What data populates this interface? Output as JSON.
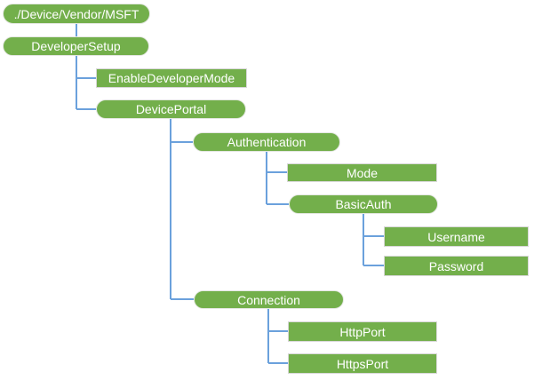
{
  "diagram": {
    "type": "tree",
    "colors": {
      "node_fill": "#73af4b",
      "node_text": "#ffffff",
      "connector": "#6ba1dc",
      "rect_border": "#d8d8d8",
      "pill_border": "#e4e7e2",
      "background": "#ffffff"
    },
    "nodes": [
      {
        "label": "./Device/Vendor/MSFT",
        "shape": "pill",
        "parent": null
      },
      {
        "label": "DeveloperSetup",
        "shape": "pill",
        "parent": "./Device/Vendor/MSFT"
      },
      {
        "label": "EnableDeveloperMode",
        "shape": "rect",
        "parent": "DeveloperSetup"
      },
      {
        "label": "DevicePortal",
        "shape": "pill",
        "parent": "DeveloperSetup"
      },
      {
        "label": "Authentication",
        "shape": "pill",
        "parent": "DevicePortal"
      },
      {
        "label": "Mode",
        "shape": "rect",
        "parent": "Authentication"
      },
      {
        "label": "BasicAuth",
        "shape": "pill",
        "parent": "Authentication"
      },
      {
        "label": "Username",
        "shape": "rect",
        "parent": "BasicAuth"
      },
      {
        "label": "Password",
        "shape": "rect",
        "parent": "BasicAuth"
      },
      {
        "label": "Connection",
        "shape": "pill",
        "parent": "DevicePortal"
      },
      {
        "label": "HttpPort",
        "shape": "rect",
        "parent": "Connection"
      },
      {
        "label": "HttpsPort",
        "shape": "rect",
        "parent": "Connection"
      }
    ]
  }
}
